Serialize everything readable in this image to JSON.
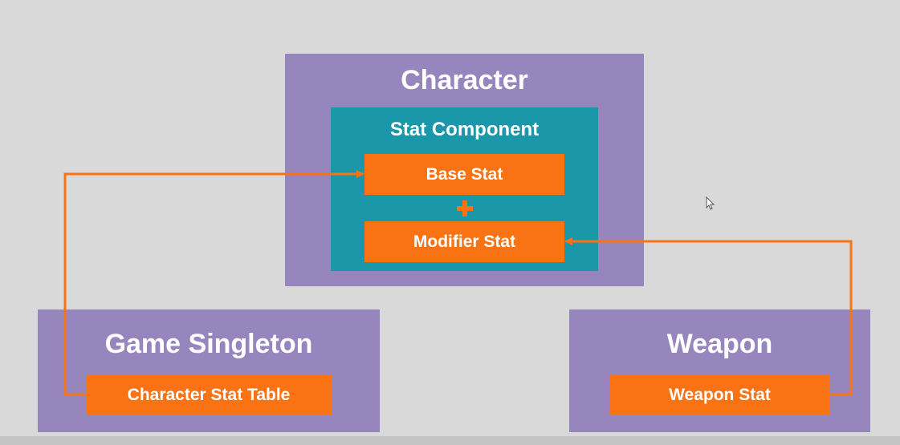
{
  "diagram": {
    "character": {
      "title": "Character"
    },
    "stat_component": {
      "title": "Stat Component",
      "base_stat": "Base Stat",
      "operator": "+",
      "modifier_stat": "Modifier Stat"
    },
    "game_singleton": {
      "title": "Game Singleton",
      "table": "Character Stat Table"
    },
    "weapon": {
      "title": "Weapon",
      "stat": "Weapon Stat"
    },
    "connections": [
      {
        "from": "Character Stat Table",
        "to": "Base Stat"
      },
      {
        "from": "Weapon Stat",
        "to": "Modifier Stat"
      }
    ]
  },
  "colors": {
    "background": "#d9d9d9",
    "container": "#9786bd",
    "component": "#1a97a8",
    "stat_box": "#f97315",
    "arrow": "#f97315",
    "text": "#ffffff"
  },
  "icons": {
    "operator": "plus-icon",
    "cursor": "mouse-pointer-icon"
  }
}
